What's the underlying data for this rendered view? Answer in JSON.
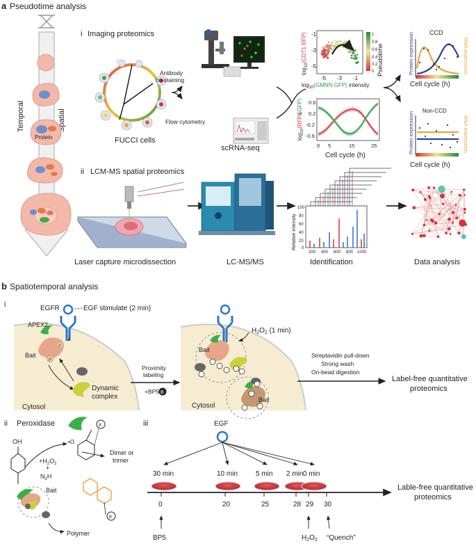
{
  "panel_a": {
    "letter": "a",
    "title": "Pseudotime analysis",
    "axis_temporal": "Temporal",
    "axis_spatial": "Spatial",
    "protein_label": "Protein",
    "sub_i": "i",
    "sub_i_title": "Imaging proteomics",
    "fucci_label": "FUCCI cells",
    "antibody_label_1": "Antibody",
    "antibody_label_2": "co-staining",
    "flow_label": "Flow cytometry",
    "scrna_label": "scRNA-seq",
    "scatter": {
      "ylabel_prefix": "log",
      "ylabel_sub": "10",
      "ylabel_colored": "(CDT1 RFP)",
      "xlabel_prefix": "log",
      "xlabel_sub": "10",
      "xlabel_colored": "(GMNN GFP)",
      "xlabel_suffix": " intensity",
      "yticks": [
        "-1",
        "-3",
        "-5"
      ],
      "xticks": [
        "-5",
        "-3",
        "-1"
      ],
      "colorbar_label": "Pseudotime",
      "colorbar_ticks": [
        "1",
        "0.8",
        "0.6",
        "0.4",
        "0.2",
        "0"
      ]
    },
    "ratio_chart": {
      "ylabel_prefix": "log",
      "ylabel_sub": "10",
      "ylabel_rfp": "(RFP",
      "ylabel_amp": "&",
      "ylabel_gfp": "GFP)",
      "yticks": [
        "0.6",
        "0.2",
        "-0.2",
        "-0.6"
      ],
      "xticks": [
        "0",
        "5",
        "15",
        "25"
      ],
      "xlabel": "Cell cycle (h)"
    },
    "ccd_chart": {
      "title": "CCD",
      "ylabel_left": "Protein expression",
      "ylabel_right": "RNA expression",
      "xlabel": "Cell cycle (h)"
    },
    "nonccd_chart": {
      "title": "Non-CCD",
      "ylabel_left": "Protein expression",
      "ylabel_right": "RNA expression",
      "xlabel": "Cell cycle (h)"
    },
    "sub_ii": "ii",
    "sub_ii_title": "LCM-MS spatial proteomics",
    "lcm_label": "Laser capture microdissection",
    "lcms_label": "LC-MS/MS",
    "spectrum": {
      "ylabel": "Relative intensity",
      "yticks": [
        "100",
        "80",
        "60",
        "40",
        "20",
        "0"
      ],
      "xticks": [
        "200",
        "400",
        "600",
        "800",
        "1000"
      ],
      "xlabel": "Identification"
    },
    "data_label": "Data analysis"
  },
  "panel_b": {
    "letter": "b",
    "title": "Spatiotemporal analysis",
    "sub_i": "i",
    "egfr_label": "EGFR",
    "egf_stim_label": "EGF stimulate (2 min)",
    "apex_label": "APEX2",
    "bait_label": "Bait",
    "dynamic_label_1": "Dynamic",
    "dynamic_label_2": "complex",
    "cytosol_label": "Cytosol",
    "prox_label_1": "Proximity",
    "prox_label_2": "labeling",
    "bp5_prefix": "+BP5",
    "b_letter": "B",
    "p_letter": "P",
    "h2o2_prefix": "H",
    "h2o2_sub1": "2",
    "h2o2_mid": "O",
    "h2o2_sub2": "2",
    "h2o2_suffix": " (1 min)",
    "strep_1": "Streptavidin pull-down",
    "strep_2": "Strong wash",
    "strep_3": "On-bead digestion",
    "label_free_1": "Label-free quantitative",
    "label_free_2": "proteomics",
    "sub_ii": "ii",
    "peroxidase_label": "Peroxidase",
    "oh_label": "OH",
    "h2o2_plus": "+H",
    "plus_sign": "+",
    "n2h_label": "N",
    "n2h_sub": "2",
    "n2h_h": "H",
    "dimer_1": "Dimer or",
    "dimer_2": "trimer",
    "polymer_label": "Polymer",
    "sub_iii": "iii",
    "egf_label": "EGF",
    "timeline_top": [
      "30 min",
      "10 min",
      "5 min",
      "2 min",
      "0 min"
    ],
    "timeline_ticks": [
      "0",
      "20",
      "25",
      "28",
      "29",
      "30"
    ],
    "bp5_label": "BP5",
    "quench_label": "“Quench”",
    "lable_free_1": "Lable-free quantitative",
    "lable_free_2": "proteomics"
  },
  "colors": {
    "red": "#d6333a",
    "green": "#2e9a4a",
    "blue": "#2f3f95",
    "orange": "#e9a43a",
    "teal": "#5fc4b0",
    "dishred": "#c7343b",
    "cellpink": "#f4b8a8"
  }
}
